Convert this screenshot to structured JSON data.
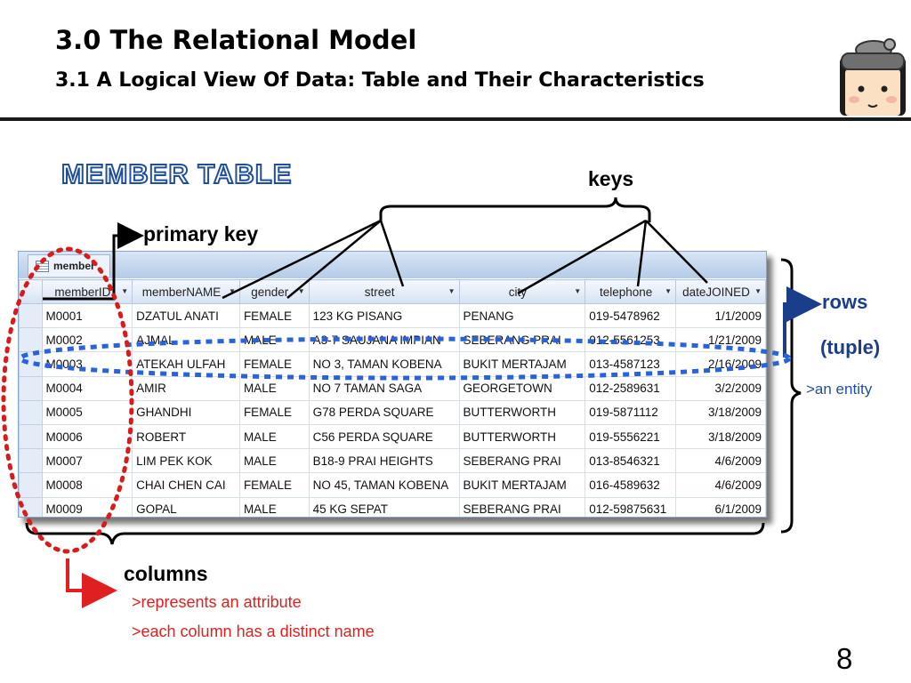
{
  "slide": {
    "title": "3.0 The Relational Model",
    "subtitle": "3.1 A Logical View Of Data: Table and Their Characteristics",
    "table_heading": "MEMBER TABLE",
    "page_number": "8"
  },
  "annotations": {
    "keys": "keys",
    "primary_key": "primary key",
    "rows": "rows",
    "tuple": "(tuple)",
    "entity": ">an entity",
    "columns": "columns",
    "attribute": ">represents an attribute",
    "distinct": ">each column has a distinct name"
  },
  "colors": {
    "primary_key_arrow": "#000000",
    "rows_arrow": "#1a3e8a",
    "columns_arrow": "#e02020",
    "dotted_row": "#2a62d8",
    "dotted_column": "#d81c1c"
  },
  "table": {
    "tab_name": "member",
    "columns": [
      "memberID",
      "memberNAME",
      "gender",
      "street",
      "city",
      "telephone",
      "dateJOINED"
    ],
    "rows": [
      [
        "M0001",
        "DZATUL ANATI",
        "FEMALE",
        "123 KG PISANG",
        "PENANG",
        "019-5478962",
        "1/1/2009"
      ],
      [
        "M0002",
        "AJMAL",
        "MALE",
        "A3-7 SAUJANA IMPIAN",
        "SEBERANG PRAI",
        "012-5561253",
        "1/21/2009"
      ],
      [
        "M0003",
        "ATEKAH ULFAH",
        "FEMALE",
        "NO 3, TAMAN KOBENA",
        "BUKIT MERTAJAM",
        "013-4587123",
        "2/16/2009"
      ],
      [
        "M0004",
        "AMIR",
        "MALE",
        "NO 7 TAMAN SAGA",
        "GEORGETOWN",
        "012-2589631",
        "3/2/2009"
      ],
      [
        "M0005",
        "GHANDHI",
        "FEMALE",
        "G78 PERDA SQUARE",
        "BUTTERWORTH",
        "019-5871112",
        "3/18/2009"
      ],
      [
        "M0006",
        "ROBERT",
        "MALE",
        "C56 PERDA SQUARE",
        "BUTTERWORTH",
        "019-5556221",
        "3/18/2009"
      ],
      [
        "M0007",
        "LIM PEK KOK",
        "MALE",
        "B18-9 PRAI HEIGHTS",
        "SEBERANG PRAI",
        "013-8546321",
        "4/6/2009"
      ],
      [
        "M0008",
        "CHAI CHEN CAI",
        "FEMALE",
        "NO 45, TAMAN KOBENA",
        "BUKIT MERTAJAM",
        "016-4589632",
        "4/6/2009"
      ],
      [
        "M0009",
        "GOPAL",
        "MALE",
        "45 KG SEPAT",
        "SEBERANG PRAI",
        "012-59875631",
        "6/1/2009"
      ]
    ]
  }
}
